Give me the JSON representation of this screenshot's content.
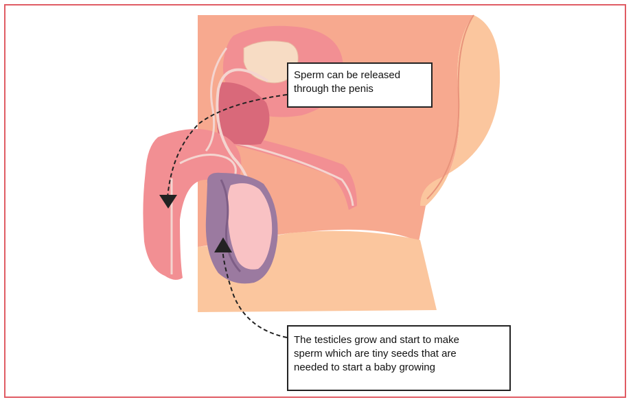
{
  "colors": {
    "frame_border": "#e05b63",
    "body_skin": "#f7a98f",
    "thigh_skin": "#fbc69e",
    "organ_pink": "#f28f93",
    "organ_dark": "#d9697a",
    "testis_purple": "#9b7aa0",
    "testis_light": "#f9c2c4",
    "tube_outline": "#f4d5d0",
    "prostate_texture": "#f7dcc4",
    "arrow": "#222222"
  },
  "callouts": {
    "top": {
      "lines": [
        "Sperm can be released",
        "through the penis"
      ]
    },
    "bottom": {
      "lines": [
        "The testicles grow and start to make",
        "sperm which are tiny seeds that are",
        "needed to start a baby growing"
      ]
    }
  },
  "markers": {
    "penis_arrow": "down-triangle",
    "testis_arrow": "up-triangle"
  }
}
